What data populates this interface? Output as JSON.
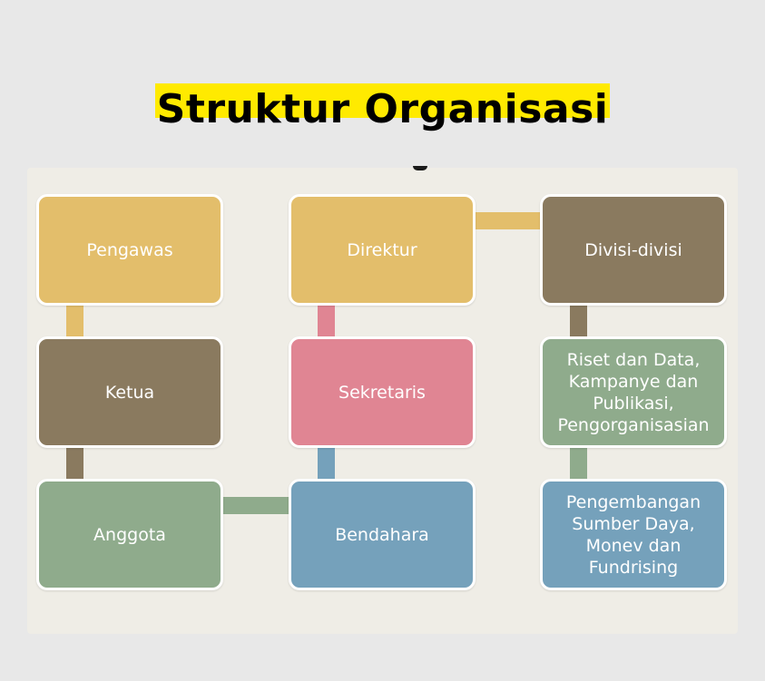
{
  "title": "Struktur Organisasi",
  "colors": {
    "highlight": "#ffea00",
    "panel": "#efede6",
    "gold": "#e3be6b",
    "brown": "#8a7a5f",
    "pink": "#e08593",
    "green": "#8fab8c",
    "blue": "#75a1bb"
  },
  "nodes": [
    {
      "id": "pengawas",
      "label": "Pengawas",
      "color": "gold"
    },
    {
      "id": "direktur",
      "label": "Direktur",
      "color": "gold"
    },
    {
      "id": "divisi",
      "label": "Divisi-divisi",
      "color": "brown"
    },
    {
      "id": "ketua",
      "label": "Ketua",
      "color": "brown"
    },
    {
      "id": "sekretaris",
      "label": "Sekretaris",
      "color": "pink"
    },
    {
      "id": "riset",
      "label": "Riset dan Data,\nKampanye dan\nPublikasi,\nPengorganisasian",
      "color": "green"
    },
    {
      "id": "anggota",
      "label": "Anggota",
      "color": "green"
    },
    {
      "id": "bendahara",
      "label": "Bendahara",
      "color": "blue"
    },
    {
      "id": "pengembangan",
      "label": "Pengembangan\nSumber Daya,\nMonev dan\nFundrising",
      "color": "blue"
    }
  ],
  "connectors": [
    {
      "from": "direktur",
      "to": "divisi",
      "color": "gold"
    },
    {
      "from": "pengawas",
      "to": "ketua",
      "color": "gold"
    },
    {
      "from": "direktur",
      "to": "sekretaris",
      "color": "pink"
    },
    {
      "from": "divisi",
      "to": "riset",
      "color": "brown"
    },
    {
      "from": "ketua",
      "to": "anggota",
      "color": "brown"
    },
    {
      "from": "sekretaris",
      "to": "bendahara",
      "color": "blue"
    },
    {
      "from": "riset",
      "to": "pengembangan",
      "color": "green"
    },
    {
      "from": "anggota",
      "to": "bendahara",
      "color": "green"
    }
  ]
}
